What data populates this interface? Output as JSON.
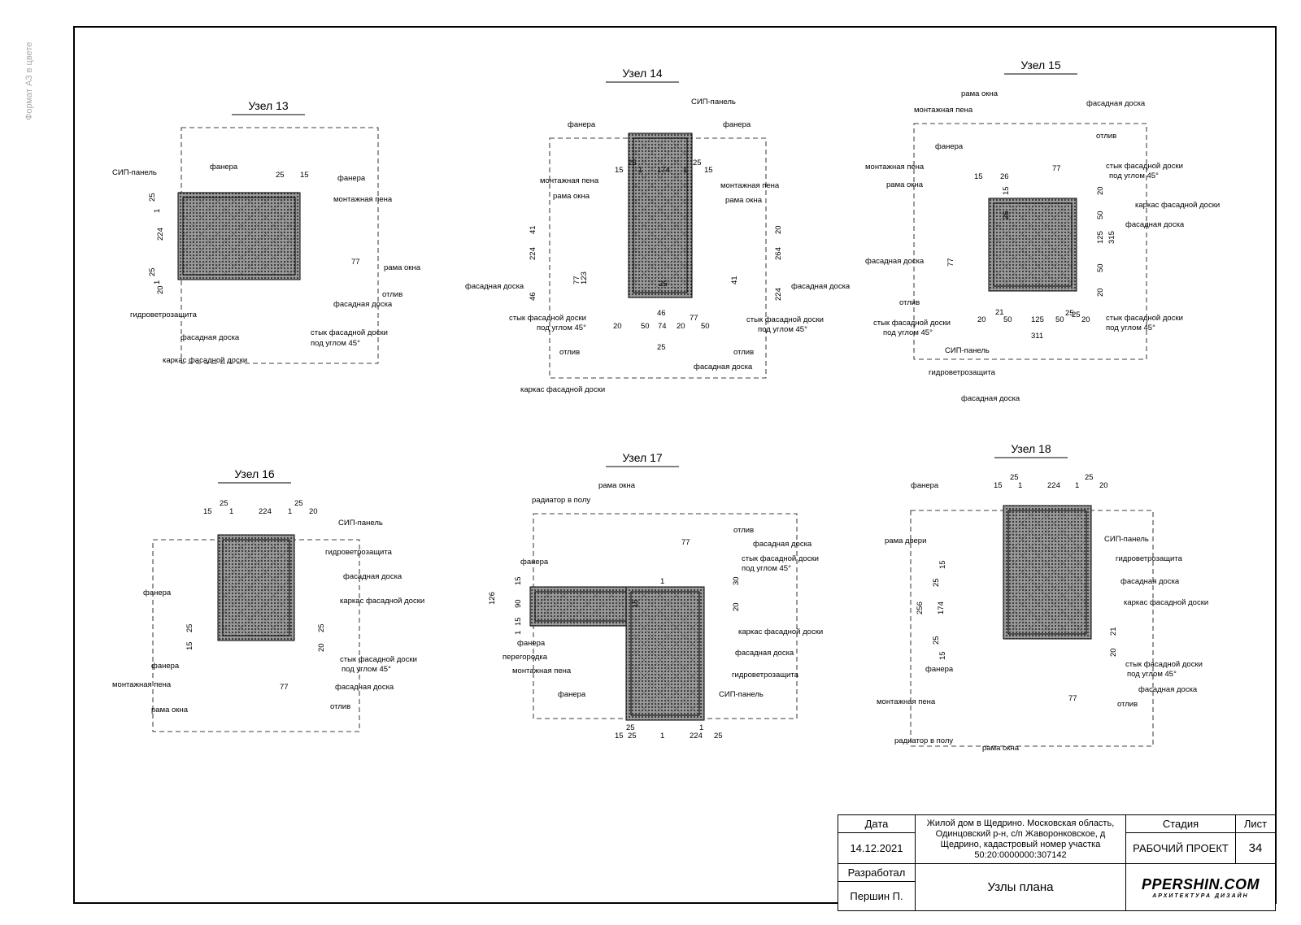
{
  "sidenote": "Формат А3 в цвете",
  "nodes": [
    {
      "title": "Узел 13",
      "labels": [
        "фанера",
        "СИП-панель",
        "фанера",
        "монтажная пена",
        "рама окна",
        "отлив",
        "фасадная доска",
        "стык фасадной доски",
        "под углом 45°",
        "гидроветрозащита",
        "фасадная доска",
        "каркас фасадной доски"
      ],
      "dims": [
        "25",
        "15",
        "25",
        "1",
        "224",
        "25",
        "1",
        "20",
        "77"
      ]
    },
    {
      "title": "Узел 14",
      "labels": [
        "СИП-панель",
        "фанера",
        "фанера",
        "монтажная пена",
        "монтажная пена",
        "рама окна",
        "рама окна",
        "фасадная доска",
        "фасадная доска",
        "стык фасадной доски",
        "под углом 45°",
        "стык фасадной доски",
        "под углом 45°",
        "отлив",
        "отлив",
        "фасадная доска",
        "каркас фасадной доски"
      ],
      "dims": [
        "15",
        "25",
        "1",
        "174",
        "1",
        "25",
        "15",
        "41",
        "224",
        "77",
        "123",
        "46",
        "20",
        "50",
        "74",
        "20",
        "50",
        "25",
        "20",
        "264",
        "41",
        "224",
        "77",
        "46",
        "25"
      ]
    },
    {
      "title": "Узел 15",
      "labels": [
        "рама окна",
        "монтажная пена",
        "фасадная доска",
        "фанера",
        "отлив",
        "монтажная пена",
        "стык фасадной доски",
        "под углом 45°",
        "рама окна",
        "каркас фасадной доски",
        "фасадная доска",
        "фасадная доска",
        "отлив",
        "стык фасадной доски",
        "под углом 45°",
        "стык фасадной доски",
        "под углом 45°",
        "СИП-панель",
        "гидроветрозащита",
        "фасадная доска"
      ],
      "dims": [
        "15",
        "26",
        "77",
        "15",
        "26",
        "20",
        "50",
        "125",
        "315",
        "50",
        "20",
        "25",
        "77",
        "21",
        "20",
        "50",
        "125",
        "50",
        "20",
        "25",
        "311"
      ]
    },
    {
      "title": "Узел 16",
      "labels": [
        "СИП-панель",
        "гидроветрозащита",
        "фанера",
        "фасадная доска",
        "каркас фасадной доски",
        "фанера",
        "стык фасадной доски",
        "под углом 45°",
        "монтажная пена",
        "фасадная доска",
        "рама окна",
        "отлив"
      ],
      "dims": [
        "15",
        "25",
        "1",
        "224",
        "1",
        "25",
        "20",
        "25",
        "15",
        "25",
        "20",
        "77"
      ]
    },
    {
      "title": "Узел 17",
      "labels": [
        "рама окна",
        "радиатор в полу",
        "отлив",
        "фасадная доска",
        "стык фасадной доски",
        "под углом 45°",
        "фанера",
        "каркас фасадной доски",
        "фанера",
        "фасадная доска",
        "перегородка",
        "монтажная пена",
        "гидроветрозащита",
        "фанера",
        "СИП-панель"
      ],
      "dims": [
        "77",
        "15",
        "126",
        "90",
        "15",
        "1",
        "1",
        "15",
        "30",
        "20",
        "25",
        "15",
        "25",
        "1",
        "224",
        "1",
        "25",
        "20"
      ]
    },
    {
      "title": "Узел 18",
      "labels": [
        "фанера",
        "рама двери",
        "СИП-панель",
        "гидроветрозащита",
        "фасадная доска",
        "каркас фасадной доски",
        "фанера",
        "стык фасадной доски",
        "под углом 45°",
        "фасадная доска",
        "монтажная пена",
        "отлив",
        "радиатор в полу",
        "рама окна"
      ],
      "dims": [
        "15",
        "25",
        "1",
        "224",
        "1",
        "25",
        "20",
        "15",
        "25",
        "256",
        "174",
        "25",
        "15",
        "21",
        "20",
        "77"
      ]
    }
  ],
  "stamp": {
    "date_label": "Дата",
    "date_value": "14.12.2021",
    "project": "Жилой дом в Щедрино. Московская область, Одинцовский р-н, с/п Жаворонковское, д Щедрино, кадастровый номер участка 50:20:0000000:307142",
    "stage_label": "Стадия",
    "sheet_label": "Лист",
    "stage_value": "РАБОЧИЙ ПРОЕКТ",
    "sheet_value": "34",
    "dev_label": "Разработал",
    "dev_value": "Першин П.",
    "sheet_title": "Узлы плана",
    "logo": "PPERSHIN.COM",
    "logo_sub": "АРХИТЕКТУРА ДИЗАЙН"
  }
}
